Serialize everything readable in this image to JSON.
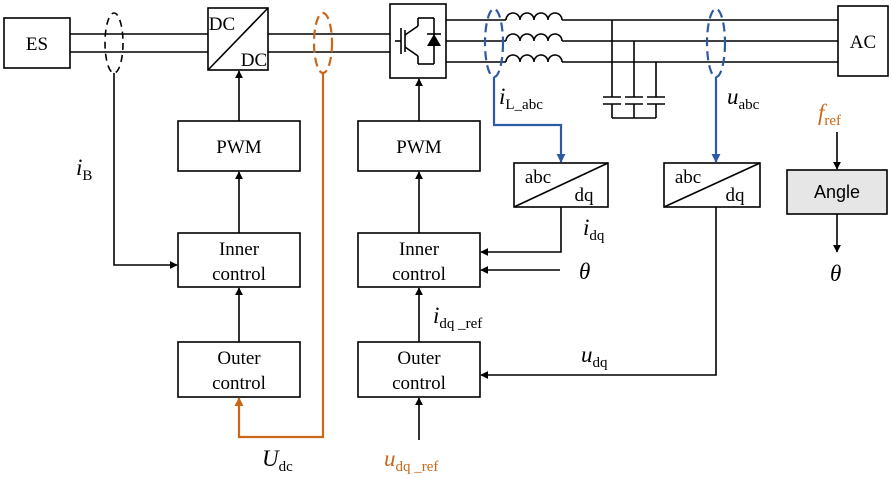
{
  "blocks": {
    "es": "ES",
    "ac": "AC",
    "dc_top": "DC",
    "dc_bottom": "DC",
    "pwm_left": "PWM",
    "pwm_right": "PWM",
    "inner_left_1": "Inner",
    "inner_left_2": "control",
    "inner_right_1": "Inner",
    "inner_right_2": "control",
    "outer_left_1": "Outer",
    "outer_left_2": "control",
    "outer_right_1": "Outer",
    "outer_right_2": "control",
    "abc_dq_1_a": "abc",
    "abc_dq_1_b": "dq",
    "abc_dq_2_a": "abc",
    "abc_dq_2_b": "dq",
    "angle": "Angle"
  },
  "signals": {
    "iB_main": "i",
    "iB_sub": "B",
    "iL_main": "i",
    "iL_sub": "L_abc",
    "uabc_main": "u",
    "uabc_sub": "abc",
    "fref_main": "f",
    "fref_sub": "ref",
    "idq_main": "i",
    "idq_sub": "dq",
    "theta_1": "θ",
    "theta_2": "θ",
    "idqref_main": "i",
    "idqref_sub": "dq _ref",
    "udq_main": "u",
    "udq_sub": "dq",
    "udc_main": "U",
    "udc_sub": "dc",
    "udqref_main": "u",
    "udqref_sub": "dq _ref"
  },
  "colors": {
    "blue": "#2e59a4",
    "orange": "#c9671a",
    "angle_fill": "#e6e6e6"
  }
}
